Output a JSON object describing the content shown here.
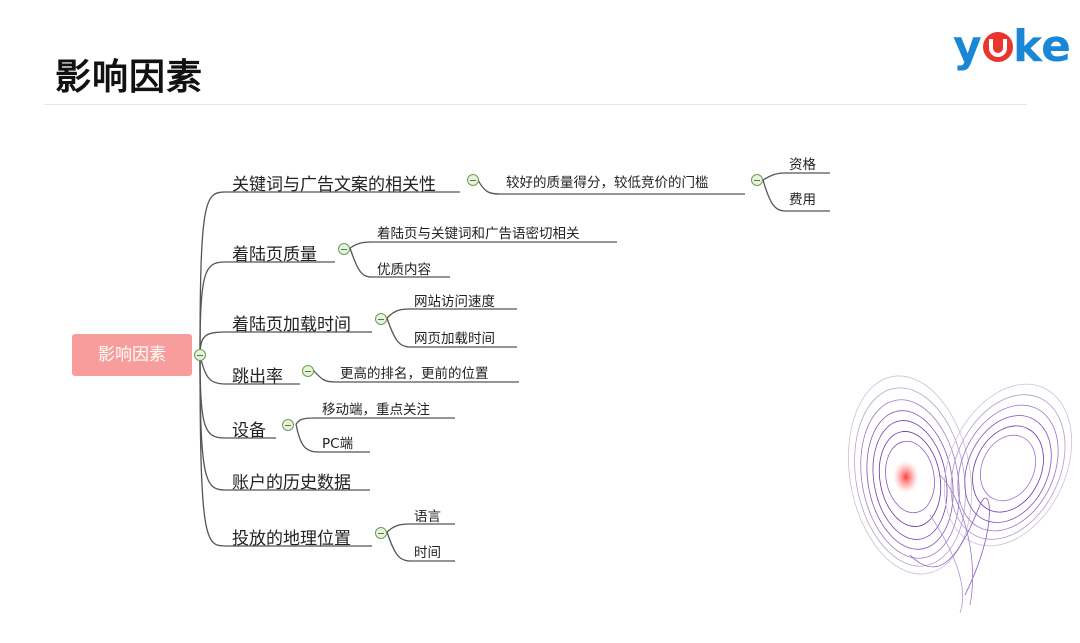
{
  "slide": {
    "title": "影响因素",
    "logo": "yoke"
  },
  "mindmap": {
    "root": "影响因素",
    "branches": [
      {
        "label": "关键词与广告文案的相关性",
        "children": [
          {
            "label": "较好的质量得分，较低竞价的门槛",
            "children": [
              {
                "label": "资格"
              },
              {
                "label": "费用"
              }
            ]
          }
        ]
      },
      {
        "label": "着陆页质量",
        "children": [
          {
            "label": "着陆页与关键词和广告语密切相关"
          },
          {
            "label": "优质内容"
          }
        ]
      },
      {
        "label": "着陆页加载时间",
        "children": [
          {
            "label": "网站访问速度"
          },
          {
            "label": "网页加载时间"
          }
        ]
      },
      {
        "label": "跳出率",
        "children": [
          {
            "label": "更高的排名，更前的位置"
          }
        ]
      },
      {
        "label": "设备",
        "children": [
          {
            "label": "移动端，重点关注"
          },
          {
            "label": "PC端"
          }
        ]
      },
      {
        "label": "账户的历史数据",
        "children": []
      },
      {
        "label": "投放的地理位置",
        "children": [
          {
            "label": "语言"
          },
          {
            "label": "时间"
          }
        ]
      }
    ]
  },
  "colors": {
    "root_fill": "#f79e9c",
    "line": "#555555",
    "attractor": "#7a3fb5"
  },
  "decoration": {
    "icon": "lorenz-attractor-butterfly"
  }
}
